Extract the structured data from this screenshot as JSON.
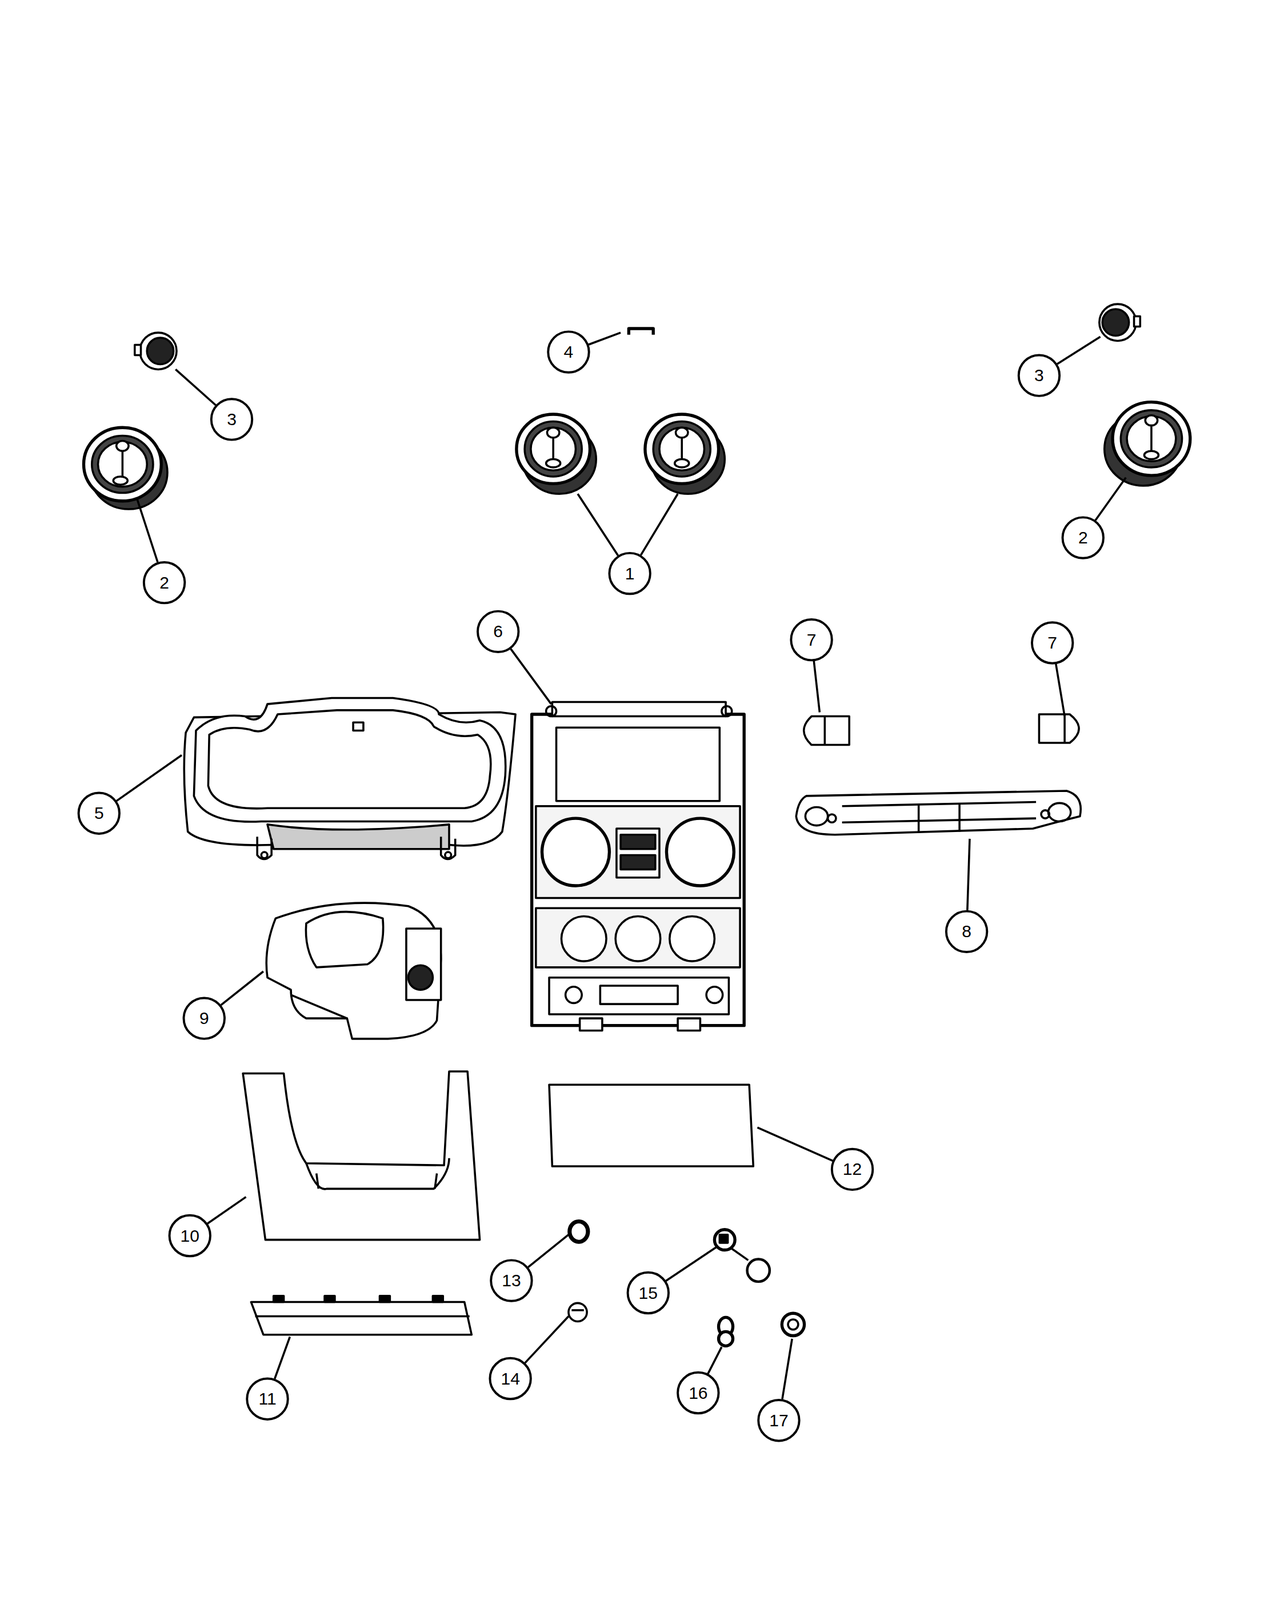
{
  "diagram": {
    "labels": [
      "4",
      "3",
      "3",
      "2",
      "1",
      "2",
      "6",
      "7",
      "7",
      "5",
      "8",
      "9",
      "12",
      "10",
      "13",
      "15",
      "14",
      "16",
      "11",
      "17"
    ]
  }
}
